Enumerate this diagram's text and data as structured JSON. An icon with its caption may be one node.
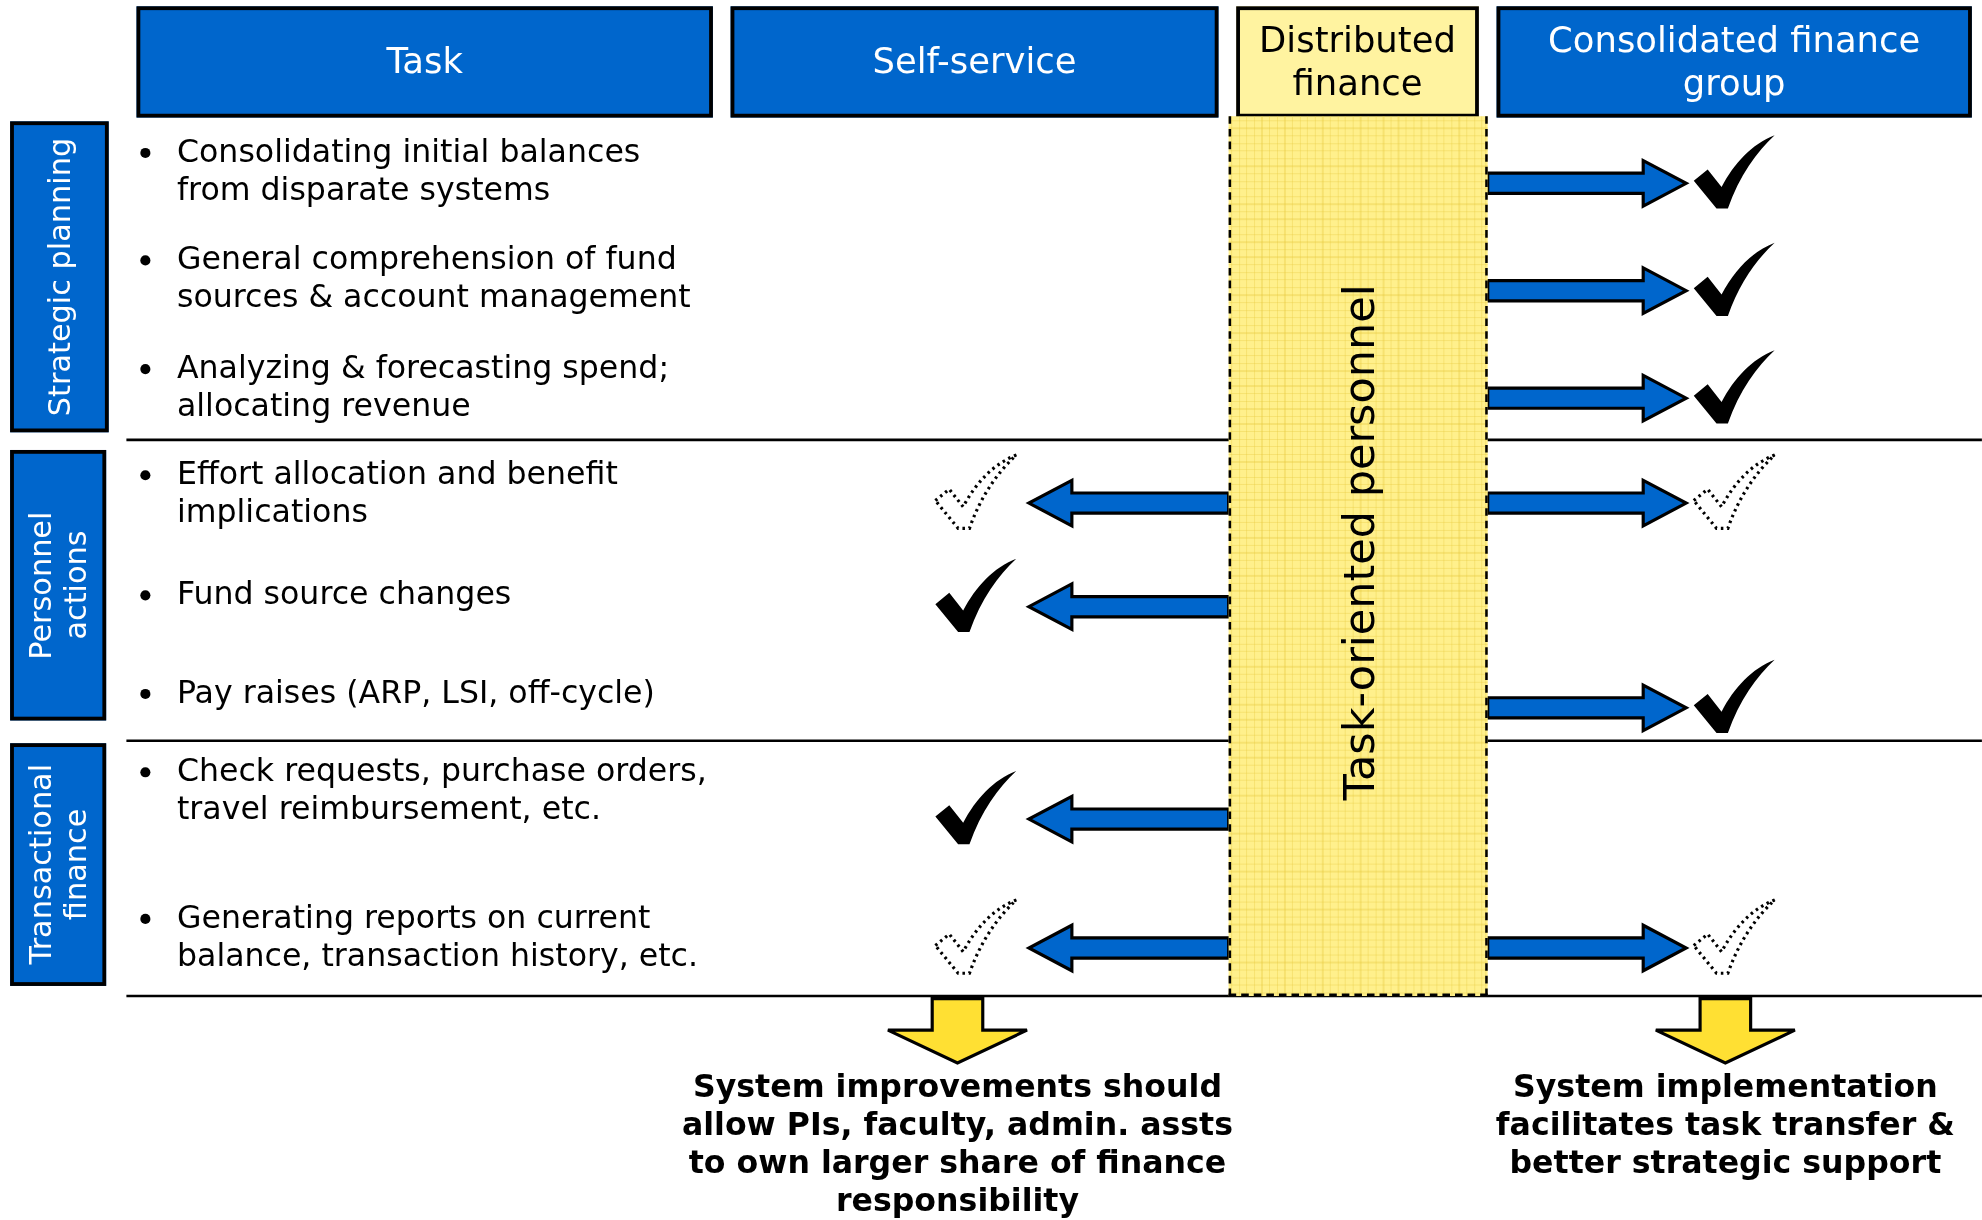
{
  "diagram": {
    "nodes": [
      {
        "text": [
          "Task"
        ]
      },
      {
        "text": [
          "Self-service"
        ]
      },
      {
        "text": [
          "Distributed finance"
        ]
      },
      {
        "text": [
          "Consolidated finance group"
        ]
      },
      {
        "text": [
          "Strategic planning"
        ]
      },
      {
        "text": [
          "Personnel actions"
        ]
      },
      {
        "text": [
          "Transactional finance"
        ]
      },
      {
        "text": [
          "Task-oriented personnel"
        ]
      },
      {
        "text": [],
        "shape": "checkmark"
      },
      {
        "text": [],
        "shape": "checkmark"
      },
      {
        "text": [],
        "shape": "checkmark"
      },
      {
        "text": [],
        "shape": "checkmark"
      },
      {
        "text": [],
        "shape": "checkmark"
      },
      {
        "text": [],
        "shape": "checkmark"
      },
      {
        "text": [],
        "shape": "checkmark"
      },
      {
        "text": [],
        "shape": "checkmark"
      },
      {
        "text": [],
        "shape": "checkmark"
      },
      {
        "text": [],
        "shape": "checkmark"
      },
      {
        "text": [
          "System improvements should allow PIs, faculty, admin. assts to own larger share of finance responsibility"
        ]
      },
      {
        "text": [
          "System implementation facilitates task transfer & better strategic support"
        ]
      }
    ],
    "edges": [
      {
        "from": 7,
        "to": 8,
        "arrow": "to"
      },
      {
        "from": 7,
        "to": 9,
        "arrow": "to"
      },
      {
        "from": 7,
        "to": 10,
        "arrow": "to"
      },
      {
        "from": 7,
        "to": 11,
        "arrow": "to"
      },
      {
        "from": 7,
        "to": 12,
        "arrow": "to"
      },
      {
        "from": 7,
        "to": 13,
        "arrow": "to"
      },
      {
        "from": 7,
        "to": 14,
        "arrow": "to"
      },
      {
        "from": 7,
        "to": 15,
        "arrow": "to"
      },
      {
        "from": 7,
        "to": 16,
        "arrow": "to"
      },
      {
        "from": 7,
        "to": 17,
        "arrow": "to"
      },
      {
        "from": null,
        "to": 18,
        "arrow": "to",
        "color": "#ffe033"
      },
      {
        "from": null,
        "to": 19,
        "arrow": "to",
        "color": "#ffe033"
      }
    ],
    "labels": [
      "Consolidating initial balances from disparate systems",
      "General comprehension of fund sources & account management",
      "Analyzing & forecasting spend; allocating revenue",
      "Effort allocation and benefit implications",
      "Fund source changes",
      "Pay raises (ARP, LSI, off-cycle)",
      "Check requests, purchase orders, travel reimbursement, etc.",
      "Generating reports on current balance, transaction history, etc."
    ]
  }
}
